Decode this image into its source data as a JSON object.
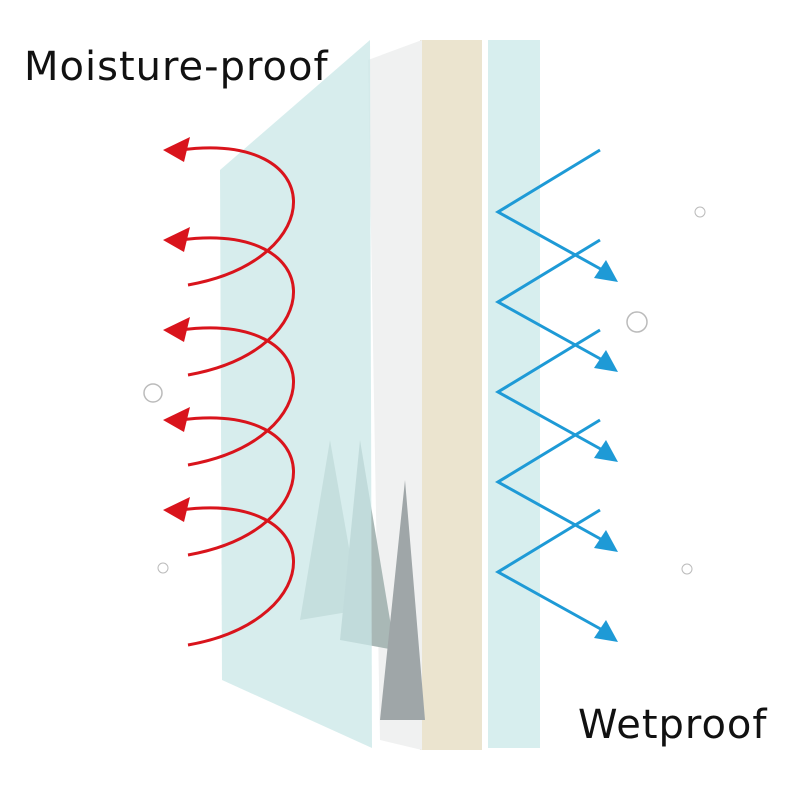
{
  "labels": {
    "top_left": "Moisture-proof",
    "bottom_right": "Wetproof"
  },
  "colors": {
    "moisture_arrows": "#d9141c",
    "wet_arrows": "#1e9ad6",
    "film_layer": "#cfeaea",
    "foam_layer": "#ece6d2",
    "print_layer": "#f1f2f2"
  },
  "diagram": {
    "layers": [
      "front-film",
      "printed-surface",
      "foam-core",
      "back-film"
    ],
    "moisture_arrow_count": 5,
    "wet_arrow_count": 5
  }
}
